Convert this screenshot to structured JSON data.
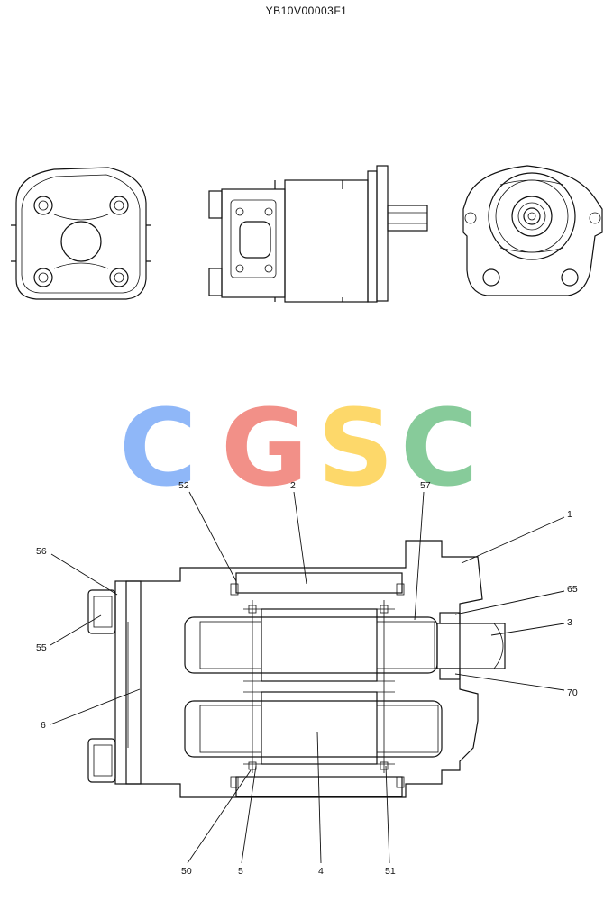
{
  "drawing_id": "YB10V00003F1",
  "watermark": {
    "letters": [
      "C",
      "G",
      "S",
      "C"
    ],
    "colors": [
      "#8ab4f8",
      "#f28b82",
      "#fdd663",
      "#81c995"
    ]
  },
  "callouts": {
    "c1": "1",
    "c2": "2",
    "c3": "3",
    "c4": "4",
    "c5": "5",
    "c6": "6",
    "c50": "50",
    "c51": "51",
    "c52": "52",
    "c55": "55",
    "c56": "56",
    "c57": "57",
    "c65": "65",
    "c70": "70"
  },
  "callout_colors": {
    "c52": "#1a3fb0",
    "default": "#111111"
  }
}
